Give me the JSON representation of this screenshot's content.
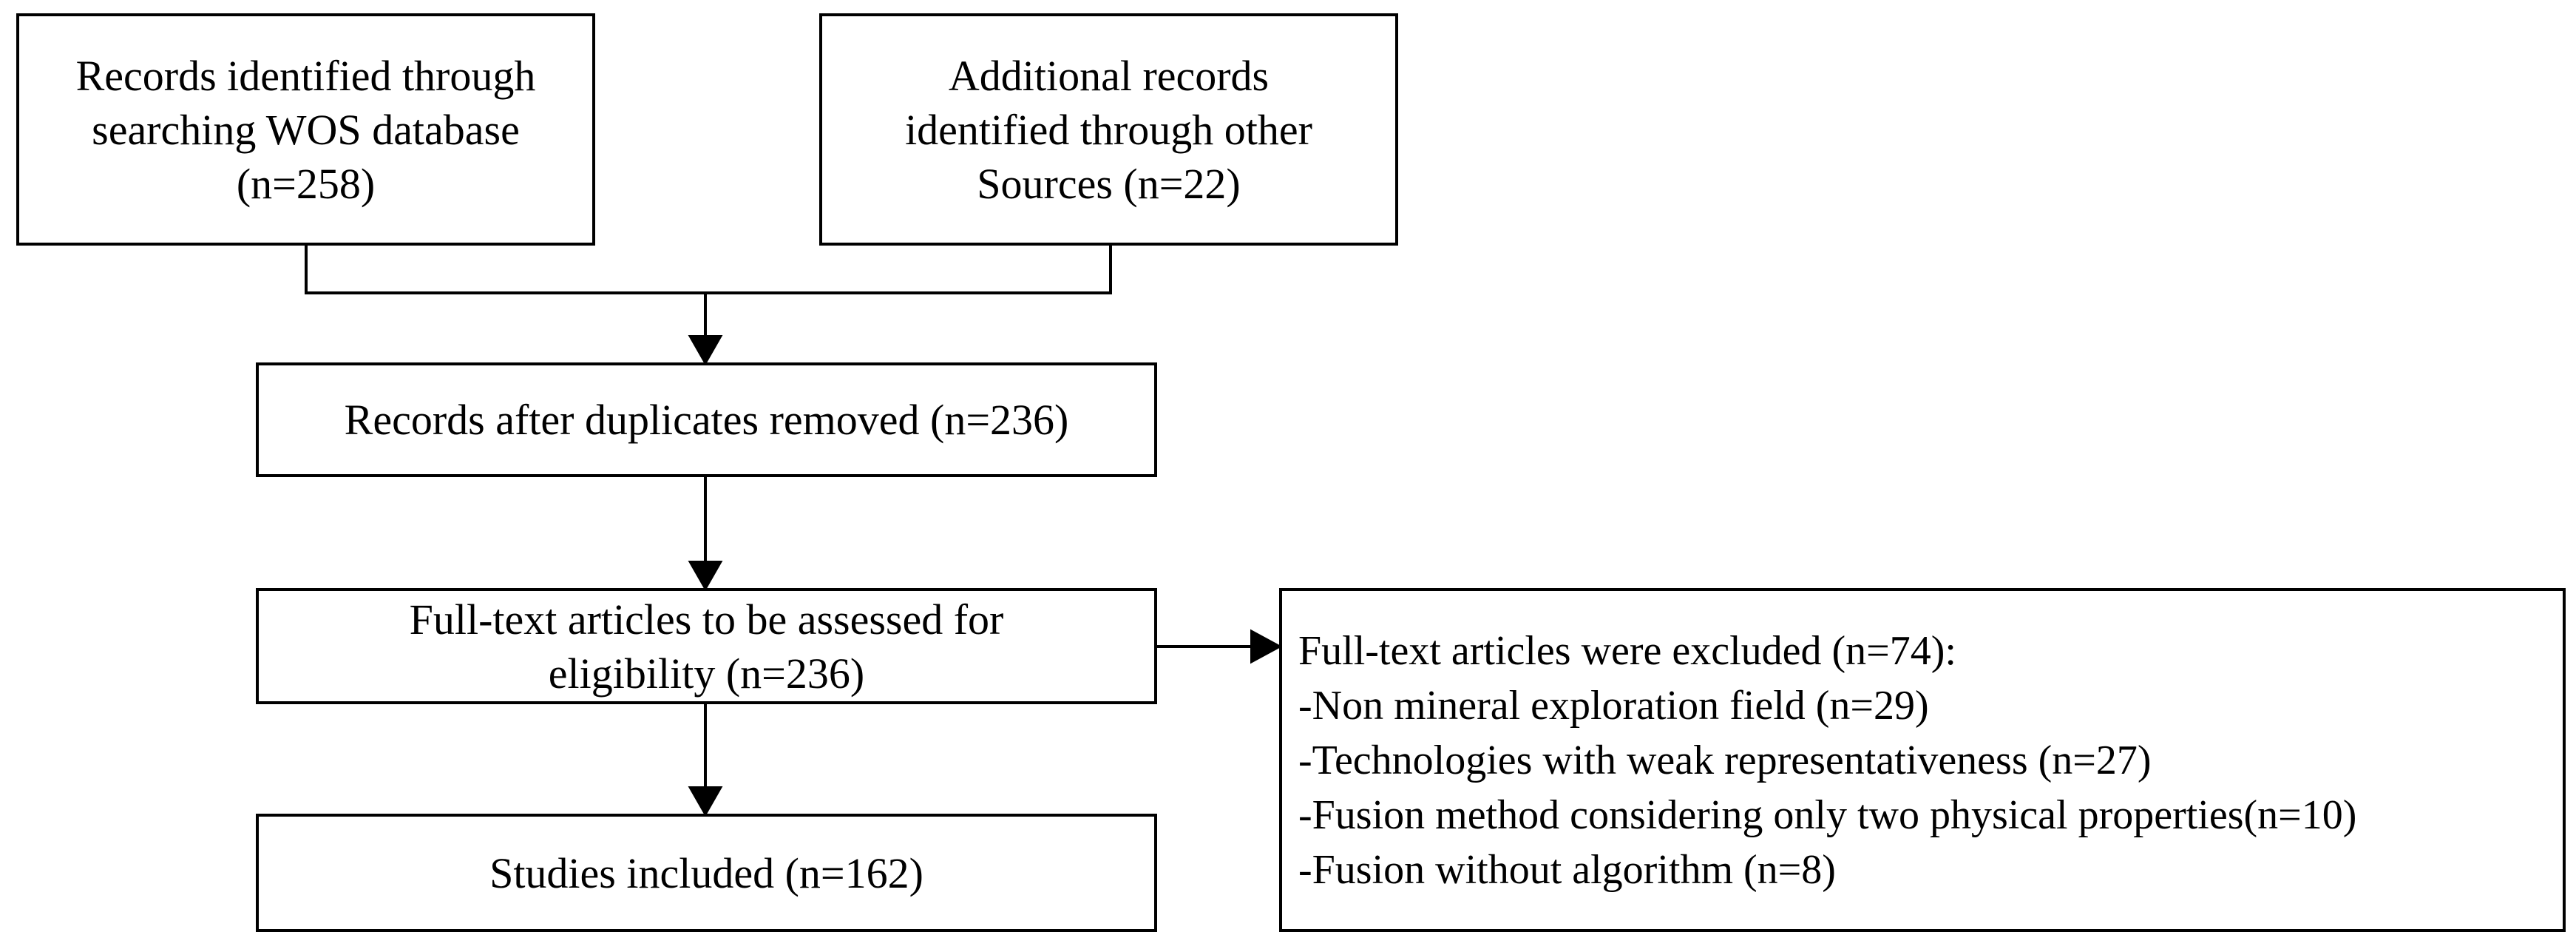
{
  "boxes": {
    "wos": [
      "Records identified through",
      "searching WOS database",
      "(n=258)"
    ],
    "other": [
      "Additional records",
      "identified through other",
      "Sources (n=22)"
    ],
    "dedup": [
      "Records after duplicates removed (n=236)"
    ],
    "fulltext": [
      "Full-text articles to be assessed for",
      "eligibility (n=236)"
    ],
    "included": [
      "Studies included (n=162)"
    ],
    "excluded": [
      "Full-text articles were excluded (n=74):",
      "-Non mineral exploration field (n=29)",
      "-Technologies with weak representativeness (n=27)",
      "-Fusion method considering only two physical properties(n=10)",
      "-Fusion without algorithm (n=8)"
    ]
  }
}
